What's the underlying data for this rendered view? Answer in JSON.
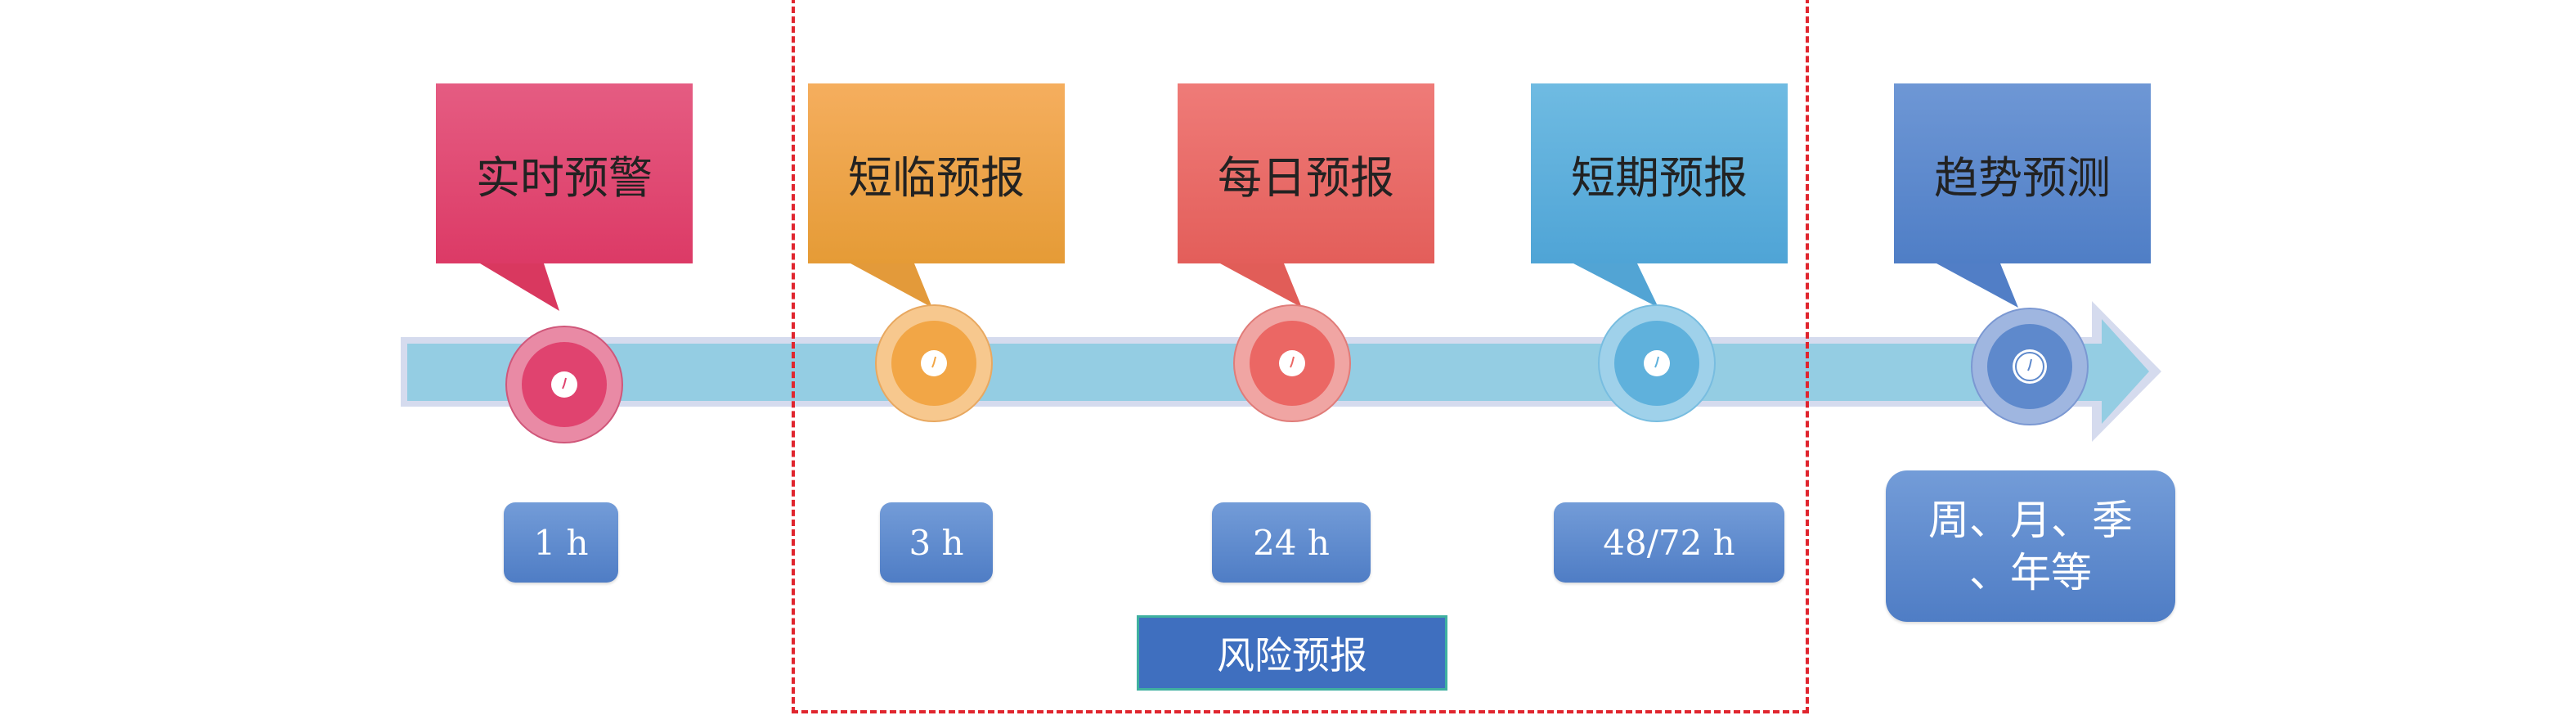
{
  "stages": [
    {
      "title": "实时预警",
      "time": "1 h",
      "color": "#e0436f",
      "light": "#e98aa5"
    },
    {
      "title": "短临预报",
      "time": "3 h",
      "color": "#f2a646",
      "light": "#f7c88e"
    },
    {
      "title": "每日预报",
      "time": "24 h",
      "color": "#eb6764",
      "light": "#f0a5a3"
    },
    {
      "title": "短期预报",
      "time": "48/72 h",
      "color": "#5fb1dc",
      "light": "#9fd1ea"
    },
    {
      "title": "趋势预测",
      "time_line1": "周、月、季",
      "time_line2": "、年等",
      "color": "#5e89cc",
      "light": "#9fb6e0"
    }
  ],
  "risk_label": "风险预报",
  "colors": {
    "bar": "#94cde3",
    "bar_border": "#d5dbee",
    "dashed": "#e0252e",
    "risk_bg": "#3f6fbf",
    "risk_border": "#3fb0a0"
  }
}
